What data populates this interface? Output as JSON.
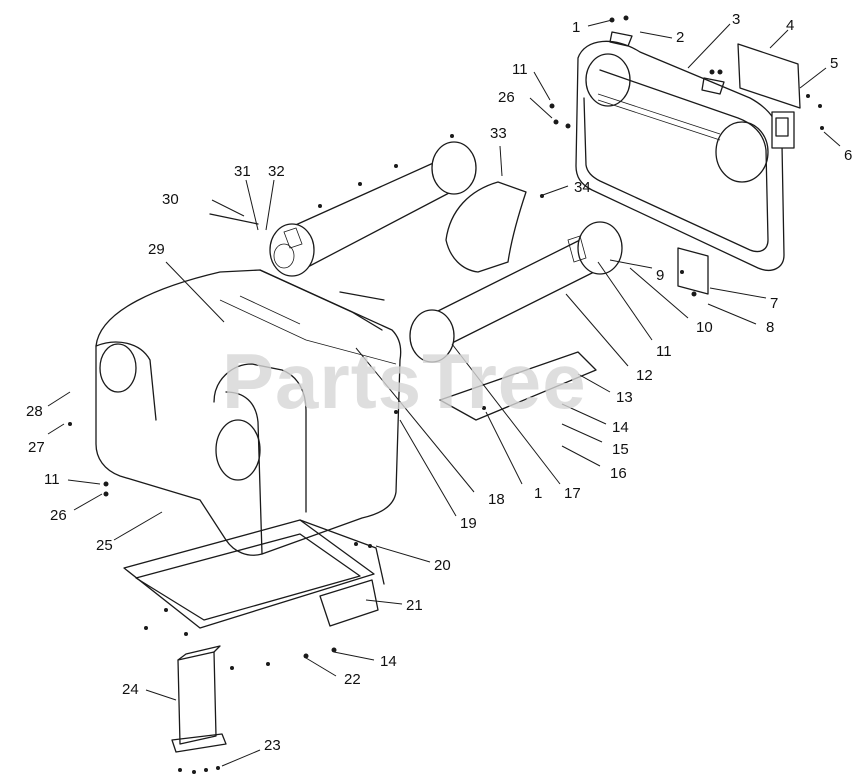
{
  "watermark": "PartsTree",
  "callouts": [
    {
      "id": "1",
      "text": "1"
    },
    {
      "id": "2",
      "text": "2"
    },
    {
      "id": "3",
      "text": "3"
    },
    {
      "id": "4",
      "text": "4"
    },
    {
      "id": "5",
      "text": "5"
    },
    {
      "id": "6",
      "text": "6"
    },
    {
      "id": "11a",
      "text": "11"
    },
    {
      "id": "26a",
      "text": "26"
    },
    {
      "id": "33",
      "text": "33"
    },
    {
      "id": "34",
      "text": "34"
    },
    {
      "id": "31",
      "text": "31"
    },
    {
      "id": "32",
      "text": "32"
    },
    {
      "id": "30",
      "text": "30"
    },
    {
      "id": "29",
      "text": "29"
    },
    {
      "id": "9",
      "text": "9"
    },
    {
      "id": "7",
      "text": "7"
    },
    {
      "id": "10",
      "text": "10"
    },
    {
      "id": "8",
      "text": "8"
    },
    {
      "id": "11b",
      "text": "11"
    },
    {
      "id": "12",
      "text": "12"
    },
    {
      "id": "13",
      "text": "13"
    },
    {
      "id": "14a",
      "text": "14"
    },
    {
      "id": "15",
      "text": "15"
    },
    {
      "id": "16",
      "text": "16"
    },
    {
      "id": "28",
      "text": "28"
    },
    {
      "id": "27",
      "text": "27"
    },
    {
      "id": "11c",
      "text": "11"
    },
    {
      "id": "26b",
      "text": "26"
    },
    {
      "id": "1b",
      "text": "1"
    },
    {
      "id": "17",
      "text": "17"
    },
    {
      "id": "18",
      "text": "18"
    },
    {
      "id": "19",
      "text": "19"
    },
    {
      "id": "25",
      "text": "25"
    },
    {
      "id": "20",
      "text": "20"
    },
    {
      "id": "21",
      "text": "21"
    },
    {
      "id": "14b",
      "text": "14"
    },
    {
      "id": "22",
      "text": "22"
    },
    {
      "id": "24",
      "text": "24"
    },
    {
      "id": "23",
      "text": "23"
    }
  ]
}
